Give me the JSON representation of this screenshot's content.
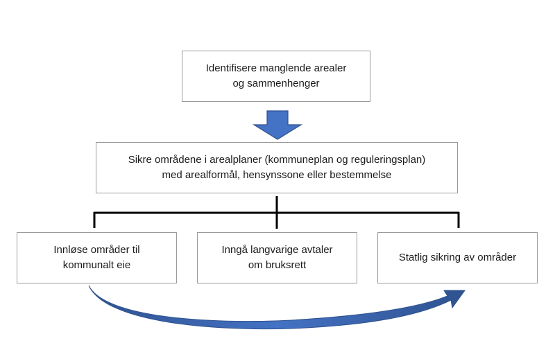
{
  "diagram": {
    "top_box": {
      "line1": "Identifisere manglende arealer",
      "line2": "og sammenhenger"
    },
    "middle_box": {
      "line1": "Sikre områdene i arealplaner (kommuneplan og reguleringsplan)",
      "line2": "med arealformål, hensynssone eller bestemmelse"
    },
    "left_box": {
      "line1": "Innløse områder til",
      "line2": "kommunalt eie"
    },
    "center_box": {
      "line1": "Inngå langvarige avtaler",
      "line2": "om bruksrett"
    },
    "right_box": {
      "line1": "Statlig sikring av områder"
    },
    "colors": {
      "arrow_fill": "#4472c4",
      "arrow_stroke": "#2f528f",
      "connector": "#000000",
      "box_border": "#9a9a9a"
    }
  }
}
